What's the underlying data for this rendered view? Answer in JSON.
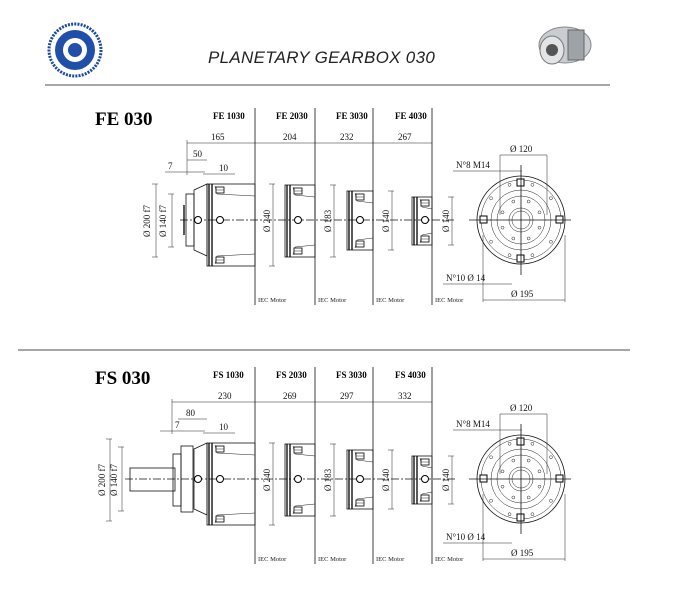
{
  "header": {
    "title": "PLANETARY GEARBOX 030",
    "logo_icon": "company-seal-logo",
    "product_image": "planetary-gearbox-photo"
  },
  "sections": [
    {
      "name": "FE 030",
      "models": [
        "FE 1030",
        "FE 2030",
        "FE 3030",
        "FE 4030"
      ],
      "lengths": [
        "165",
        "204",
        "232",
        "267"
      ],
      "flange_dims": {
        "a": "7",
        "b": "50",
        "c": "10"
      },
      "diam_outer": "Ø 200 f7",
      "diam_inner": "Ø 140 f7",
      "body_diams": [
        "Ø 240",
        "Ø 183",
        "Ø 140",
        "Ø 140"
      ],
      "motor_labels": [
        "IEC Motor",
        "IEC Motor",
        "IEC Motor",
        "IEC Motor"
      ],
      "flange_view": {
        "d_inner": "Ø 120",
        "threads": "N°8 M14",
        "holes": "N°10 Ø 14",
        "d_outer": "Ø 195"
      }
    },
    {
      "name": "FS 030",
      "models": [
        "FS 1030",
        "FS 2030",
        "FS 3030",
        "FS 4030"
      ],
      "lengths": [
        "230",
        "269",
        "297",
        "332"
      ],
      "flange_dims": {
        "a": "7",
        "b": "80",
        "c": "10"
      },
      "diam_outer": "Ø 200 f7",
      "diam_inner": "Ø 140 f7",
      "body_diams": [
        "Ø 240",
        "Ø 183",
        "Ø 140",
        "Ø 140"
      ],
      "motor_labels": [
        "IEC Motor",
        "IEC Motor",
        "IEC Motor",
        "IEC Motor"
      ],
      "flange_view": {
        "d_inner": "Ø 120",
        "threads": "N°8 M14",
        "holes": "N°10 Ø 14",
        "d_outer": "Ø 195"
      }
    }
  ]
}
